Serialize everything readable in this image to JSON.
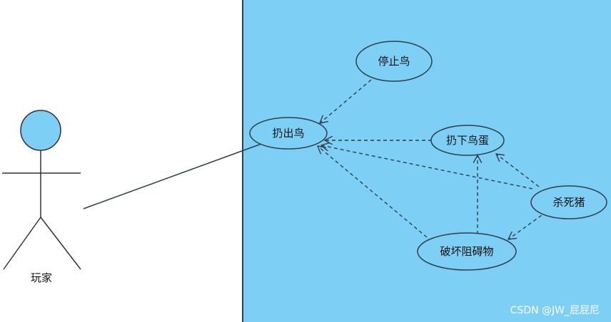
{
  "actor": {
    "label": "玩家"
  },
  "use_cases": {
    "stop_bird": "停止鸟",
    "throw_bird": "扔出鸟",
    "drop_egg": "扔下鸟蛋",
    "kill_pig": "杀死猪",
    "destroy_obstacle": "破坏阻碍物"
  },
  "watermark": "CSDN @JW_屁屁尼",
  "colors": {
    "system_background": "#7ecff5",
    "actor_head": "#7ecff5",
    "line": "#2f3f4a"
  }
}
